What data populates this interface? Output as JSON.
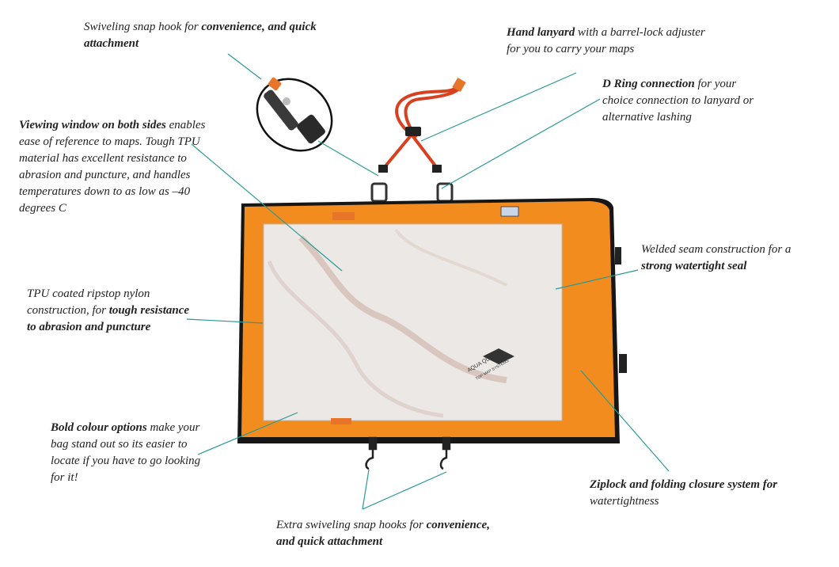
{
  "callouts": {
    "snap_hook": {
      "text": "Swiveling snap hook for ",
      "bold": "convenience, and quick attachment"
    },
    "hand_lanyard": {
      "bold": "Hand lanyard",
      "text": " with a barrel-lock adjuster for you to carry your maps"
    },
    "d_ring": {
      "bold": "D Ring connection",
      "text": " for your choice connection to lanyard or alternative lashing"
    },
    "viewing_window": {
      "bold": "Viewing window on both sides",
      "text": " enables ease of reference to maps. Tough TPU material has excellent  resistance to abrasion and puncture, and handles  temperatures down to as low as –40 degrees C"
    },
    "welded_seam": {
      "text": "Welded seam construction for a ",
      "bold": "strong watertight seal"
    },
    "tpu_nylon": {
      "text": "TPU coated ripstop nylon construction, for ",
      "bold": "tough resistance to abrasion and puncture"
    },
    "bold_colour": {
      "bold": "Bold colour options",
      "text": " make your bag stand out so its easier to locate if you have to go looking for it!"
    },
    "ziplock": {
      "bold": "Ziplock and folding closure system for",
      "text": " watertightness"
    },
    "extra_hooks": {
      "text": "Extra swiveling snap hooks for ",
      "bold": "convenience, and quick attachment"
    }
  },
  "product": {
    "brand_badge": "AQUA QUEST",
    "brand_subtext": "TOP MAP SYSTEMS",
    "case_color": "#f28c1e",
    "leader_color": "#2a9a95"
  }
}
